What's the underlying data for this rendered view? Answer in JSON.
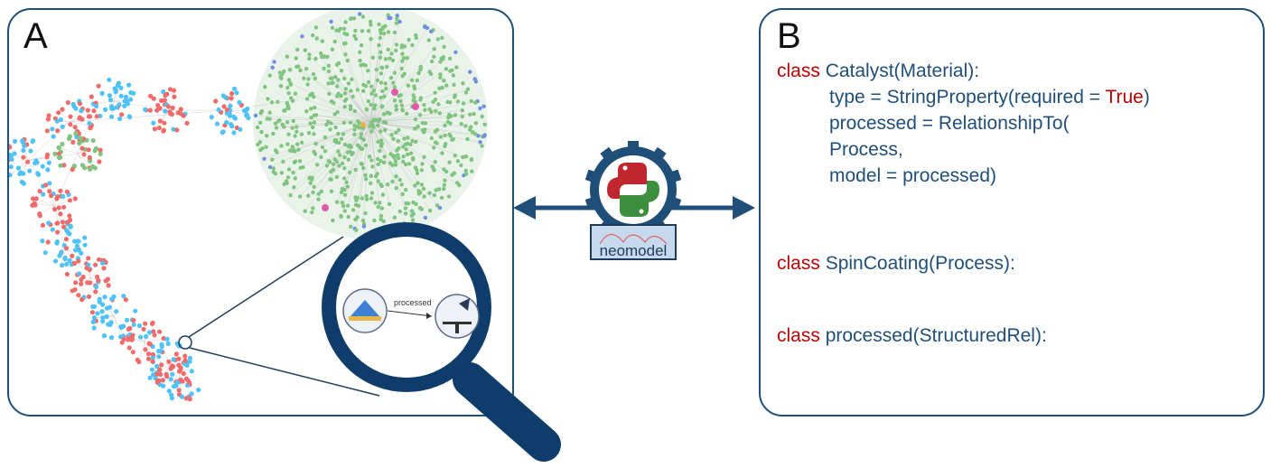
{
  "panels": {
    "a": {
      "letter": "A"
    },
    "b": {
      "letter": "B"
    }
  },
  "zoom": {
    "edge_label": "processed",
    "source_icon": "catalyst-powder-icon",
    "target_icon": "spin-coater-icon"
  },
  "logo": {
    "text": "neomodel",
    "icon": "python-gear-icon"
  },
  "code": {
    "block1": {
      "keyword": "class",
      "declaration": " Catalyst(Material):",
      "line2_pre": "type = StringProperty(required = ",
      "line2_true": "True",
      "line2_post": ")",
      "line3": "processed = RelationshipTo(",
      "line4": "Process,",
      "line5": "model = processed)"
    },
    "block2": {
      "keyword": "class",
      "declaration": " SpinCoating(Process):"
    },
    "block3": {
      "keyword": "class",
      "declaration": " processed(StructuredRel):"
    }
  },
  "colors": {
    "border": "#1f4e79",
    "keyword": "#c00000",
    "code_text": "#1f4e79",
    "node_red": "#f26b6b",
    "node_blue": "#4fc3f7",
    "node_green": "#7fc47f"
  }
}
